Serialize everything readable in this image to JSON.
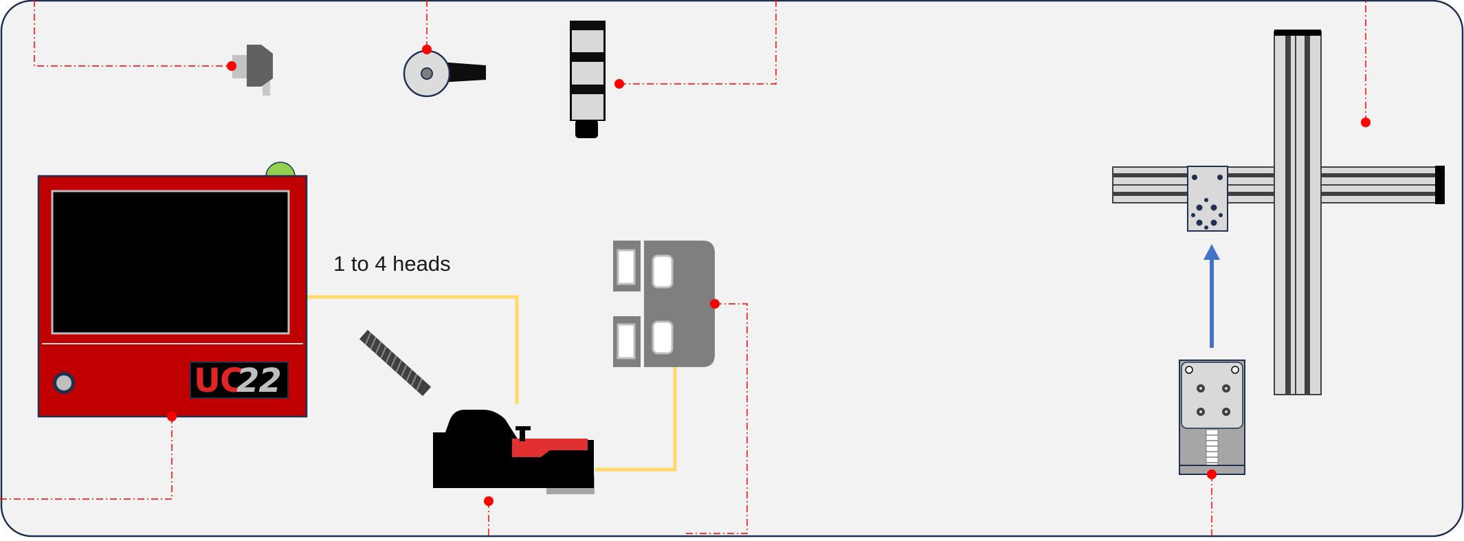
{
  "diagram": {
    "heads_label": "1 to 4 heads",
    "controller": {
      "brand_prefix": "UC",
      "brand_suffix": "22"
    }
  },
  "colors": {
    "background": "#f2f2f2",
    "frame_border": "#1f3050",
    "controller_body": "#c00000",
    "cable_yellow": "#ffd966",
    "callout_red": "#ff0000",
    "arrow_blue": "#4472c4",
    "status_led": "#92d050"
  },
  "icons": {
    "screw-sensor": "screw-sensor-icon",
    "rotary-knob": "rotary-knob-icon",
    "stack-light": "stack-light-icon",
    "controller": "uc22-controller-icon",
    "gripper": "gripper-head-icon",
    "fork-sensor": "fork-sensor-icon",
    "gantry": "xy-gantry-icon",
    "slide-carriage": "slide-carriage-icon"
  }
}
